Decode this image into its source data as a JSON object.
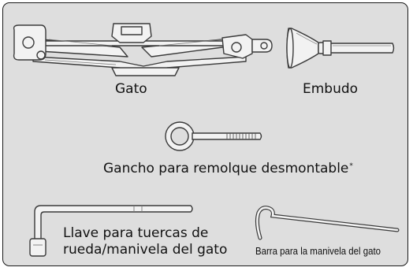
{
  "items": {
    "jack": {
      "label": "Gato",
      "icon": "scissor-jack-icon"
    },
    "funnel": {
      "label": "Embudo",
      "icon": "funnel-icon"
    },
    "towing_hook": {
      "label": "Gancho para remolque desmontable",
      "marker": "*",
      "icon": "towing-hook-icon"
    },
    "wrench": {
      "label_line1": "Llave para tuercas de",
      "label_line2": "rueda/manivela del gato",
      "icon": "lug-wrench-icon"
    },
    "jack_bar": {
      "label": "Barra para la manivela del gato",
      "icon": "jack-handle-bar-icon"
    }
  },
  "colors": {
    "panel_background": "#dedede",
    "border": "#1a1a1a",
    "illustration_fill": "#f2f2f2",
    "illustration_stroke": "#3a3a3a"
  }
}
